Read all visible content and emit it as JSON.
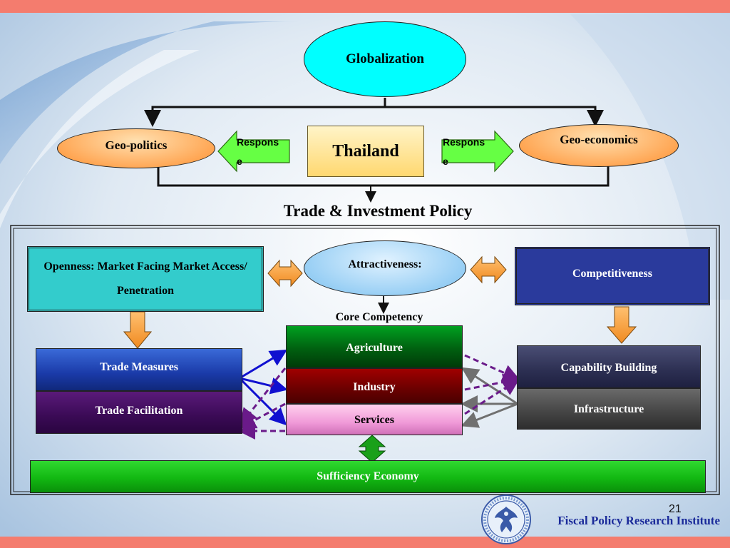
{
  "globalization": "Globalization",
  "geo_politics": "Geo-politics",
  "geo_economics": "Geo-economics",
  "thailand": "Thailand",
  "response_left": "Respons\ne",
  "response_right": "Respons\ne",
  "trade_investment_policy": "Trade & Investment Policy",
  "openness": "Openness: Market Facing Market Access/ Penetration",
  "attractiveness": "Attractiveness:",
  "competitiveness": "Competitiveness",
  "core_competency": "Core Competency",
  "agriculture": "Agriculture",
  "industry": "Industry",
  "services": "Services",
  "trade_measures": "Trade Measures",
  "trade_facilitation": "Trade Facilitation",
  "capability_building": "Capability Building",
  "infrastructure": "Infrastructure",
  "sufficiency_economy": "Sufficiency Economy",
  "page_number": "21",
  "institute": "Fiscal Policy Research Institute",
  "colors": {
    "accent_bar": "#f47c6e",
    "globalization_fill": "#00ffff",
    "geo_fill": "#ffa040",
    "thailand_fill": "#ffe080",
    "response_arrow": "#66ff44",
    "openness_fill": "#33cccc",
    "competitiveness_fill": "#2a3a9c",
    "sufficiency_fill": "#12b812"
  },
  "icons": [
    "seal-logo-icon"
  ]
}
